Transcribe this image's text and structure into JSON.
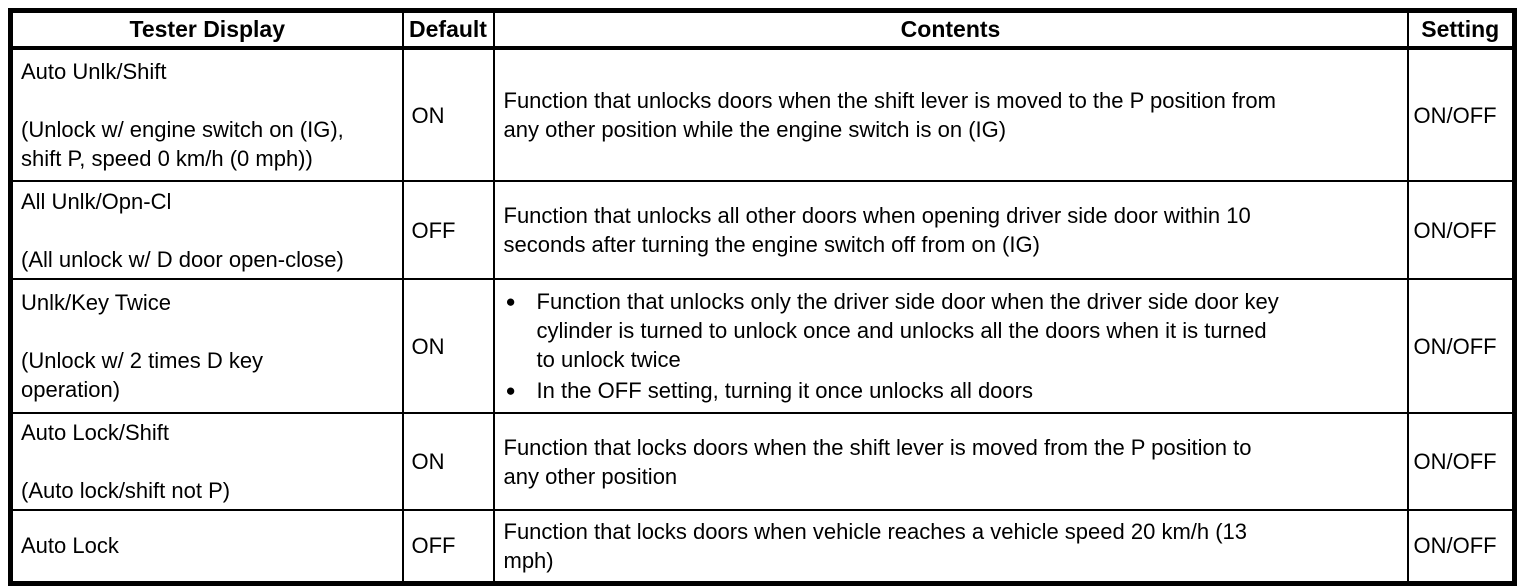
{
  "colors": {
    "text": "#000000",
    "border": "#000000",
    "background": "#ffffff"
  },
  "table": {
    "headers": {
      "tester_display": "Tester Display",
      "default": "Default",
      "contents": "Contents",
      "setting": "Setting"
    },
    "rows": [
      {
        "label": "Auto Unlk/Shift",
        "note": "(Unlock w/ engine switch on (IG),\nshift P, speed 0 km/h (0 mph))",
        "default": "ON",
        "contents": "Function that unlocks doors when the shift lever is moved to the P position from\nany other position while the engine switch is on (IG)",
        "setting": "ON/OFF"
      },
      {
        "label": "All Unlk/Opn-Cl",
        "note": "(All unlock w/ D door open-close)",
        "default": "OFF",
        "contents": "Function that unlocks all other doors when opening driver side door within 10\nseconds after turning the engine switch off from on (IG)",
        "setting": "ON/OFF"
      },
      {
        "label": "Unlk/Key Twice",
        "note": "(Unlock w/ 2 times D key\noperation)",
        "default": "ON",
        "contents_bullets": [
          "Function that unlocks only the driver side door when the driver side door key\ncylinder is turned to unlock once and unlocks all the doors when it is turned\nto unlock twice",
          "In the OFF setting, turning it once unlocks all doors"
        ],
        "setting": "ON/OFF"
      },
      {
        "label": "Auto Lock/Shift",
        "note": "(Auto lock/shift not P)",
        "default": "ON",
        "contents": "Function that locks doors when the shift lever is moved from the P position to\nany other position",
        "setting": "ON/OFF"
      },
      {
        "label": "Auto Lock",
        "note": "",
        "default": "OFF",
        "contents": "Function that locks doors when vehicle reaches a vehicle speed 20 km/h (13\nmph)",
        "setting": "ON/OFF"
      }
    ]
  }
}
